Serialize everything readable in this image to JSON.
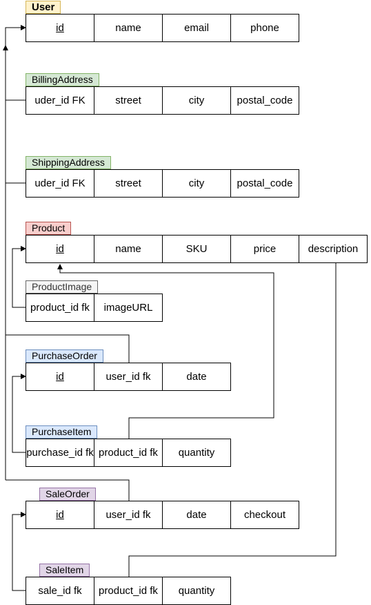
{
  "entities": [
    {
      "name": "User",
      "fields": [
        {
          "label": "id",
          "pk": true
        },
        {
          "label": "name"
        },
        {
          "label": "email"
        },
        {
          "label": "phone"
        }
      ]
    },
    {
      "name": "BillingAddress",
      "fields": [
        {
          "label": "uder_id FK"
        },
        {
          "label": "street"
        },
        {
          "label": "city"
        },
        {
          "label": "postal_code"
        }
      ]
    },
    {
      "name": "ShippingAddress",
      "fields": [
        {
          "label": "uder_id FK"
        },
        {
          "label": "street"
        },
        {
          "label": "city"
        },
        {
          "label": "postal_code"
        }
      ]
    },
    {
      "name": "Product",
      "fields": [
        {
          "label": "id",
          "pk": true
        },
        {
          "label": "name"
        },
        {
          "label": "SKU"
        },
        {
          "label": "price"
        },
        {
          "label": "description"
        }
      ]
    },
    {
      "name": "ProductImage",
      "fields": [
        {
          "label": "product_id fk"
        },
        {
          "label": "imageURL"
        }
      ]
    },
    {
      "name": "PurchaseOrder",
      "fields": [
        {
          "label": "id",
          "pk": true
        },
        {
          "label": "user_id fk"
        },
        {
          "label": "date"
        }
      ]
    },
    {
      "name": "PurchaseItem",
      "fields": [
        {
          "label": "purchase_id fk"
        },
        {
          "label": "product_id fk"
        },
        {
          "label": "quantity"
        }
      ]
    },
    {
      "name": "SaleOrder",
      "fields": [
        {
          "label": "id",
          "pk": true
        },
        {
          "label": "user_id fk"
        },
        {
          "label": "date"
        },
        {
          "label": "checkout"
        }
      ]
    },
    {
      "name": "SaleItem",
      "fields": [
        {
          "label": "sale_id fk"
        },
        {
          "label": "product_id fk"
        },
        {
          "label": "quantity"
        }
      ]
    }
  ],
  "colors": {
    "user": "#fff2cc",
    "address": "#d5e8d4",
    "product": "#f8cecc",
    "product_image": "#f5f5f5",
    "purchase": "#dae8fc",
    "sale": "#e1d5e7"
  }
}
